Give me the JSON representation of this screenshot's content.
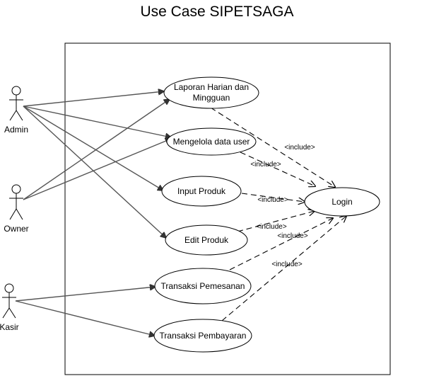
{
  "diagram": {
    "title": "Use Case SIPETSAGA",
    "actors": {
      "admin": "Admin",
      "owner": "Owner",
      "kasir": "Kasir"
    },
    "use_cases": {
      "laporan_line1": "Laporan Harian dan",
      "laporan_line2": "Mingguan",
      "mengelola": "Mengelola data user",
      "input_produk": "Input Produk",
      "edit_produk": "Edit Produk",
      "transaksi_pemesanan": "Transaksi Pemesanan",
      "transaksi_pembayaran": "Transaksi Pembayaran",
      "login": "Login"
    },
    "include_labels": {
      "laporan": "<include>",
      "mengelola": "<include>",
      "input_produk": "<include>",
      "edit_produk": "<include>",
      "transaksi_pemesanan": "<include>",
      "transaksi_pembayaran": "<include>"
    }
  }
}
